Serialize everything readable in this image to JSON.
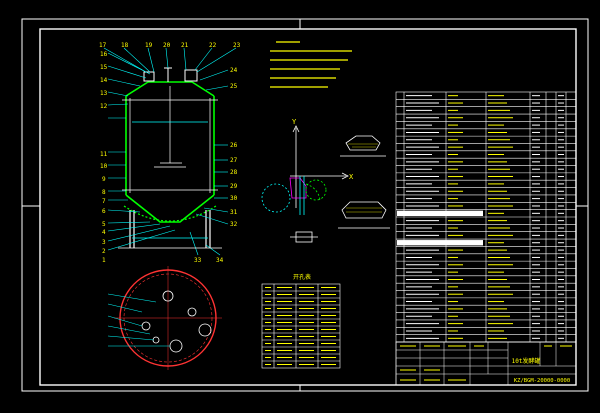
{
  "colors": {
    "background": "#000000",
    "frame": "#ffffff",
    "geometry": "#ffffff",
    "vessel_wall": "#00ff00",
    "leader_lines": "#00ffff",
    "text": "#ffff00",
    "section_view": "#ff00ff",
    "nozzle_circle": "#ff3333"
  },
  "view_labels": {
    "y_axis": "Y",
    "x_axis": "X"
  },
  "elevation_view": {
    "top_callouts": [
      "17",
      "18",
      "19",
      "20",
      "21",
      "22",
      "23"
    ],
    "left_callouts": [
      "16",
      "15",
      "14",
      "13",
      "12",
      "11",
      "10",
      "9",
      "8",
      "7",
      "6",
      "5",
      "4",
      "3",
      "2",
      "1"
    ],
    "right_callouts": [
      "24",
      "25",
      "26",
      "27",
      "28",
      "29",
      "30",
      "31",
      "32"
    ],
    "bottom_callouts": [
      "33",
      "34"
    ]
  },
  "parts_list_rows": 34,
  "nozzle_table": {
    "title": "开孔表",
    "rows": 12
  },
  "title_block": {
    "drawing_title": "10t发酵罐",
    "drawing_number": "KZ/BGM-20000-0000"
  }
}
